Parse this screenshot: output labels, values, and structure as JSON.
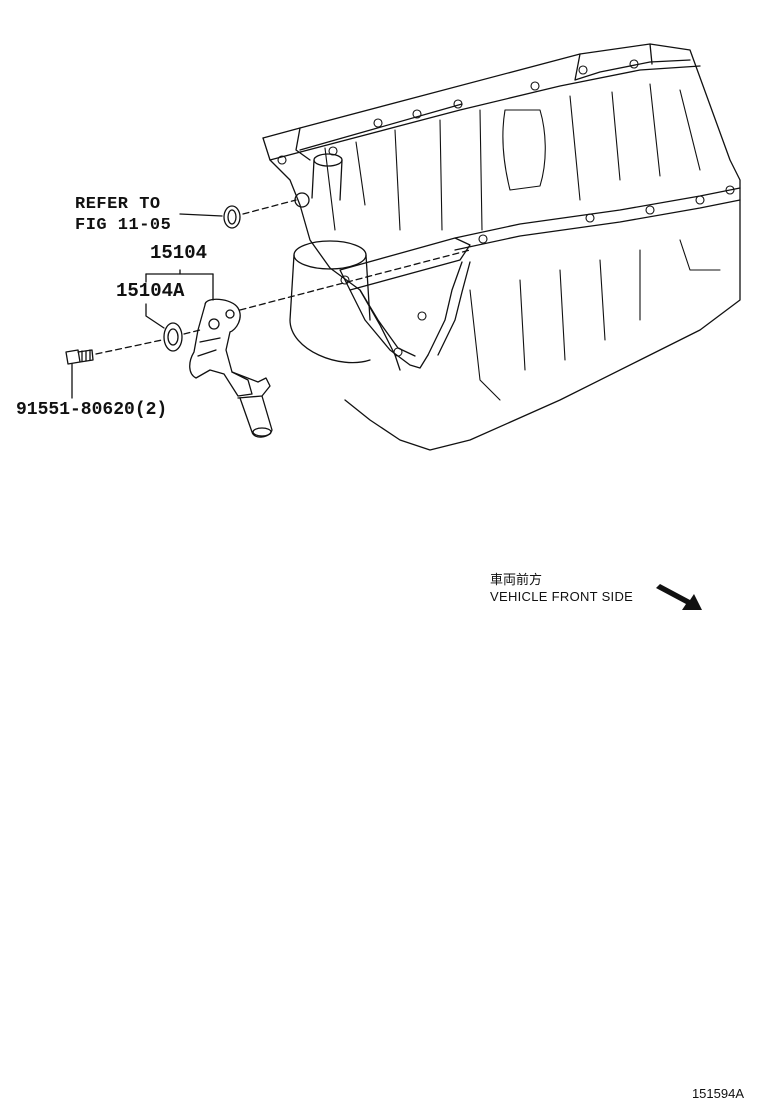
{
  "callouts": {
    "refer_line1": "REFER TO",
    "refer_line2": "FIG 11-05",
    "part_main": "15104",
    "part_sub": "15104A",
    "part_bolt": "91551-80620(2)"
  },
  "orientation": {
    "japanese": "車両前方",
    "english": "VEHICLE FRONT SIDE",
    "icon": "arrow-down-right-icon"
  },
  "diagram_id": "151594A"
}
